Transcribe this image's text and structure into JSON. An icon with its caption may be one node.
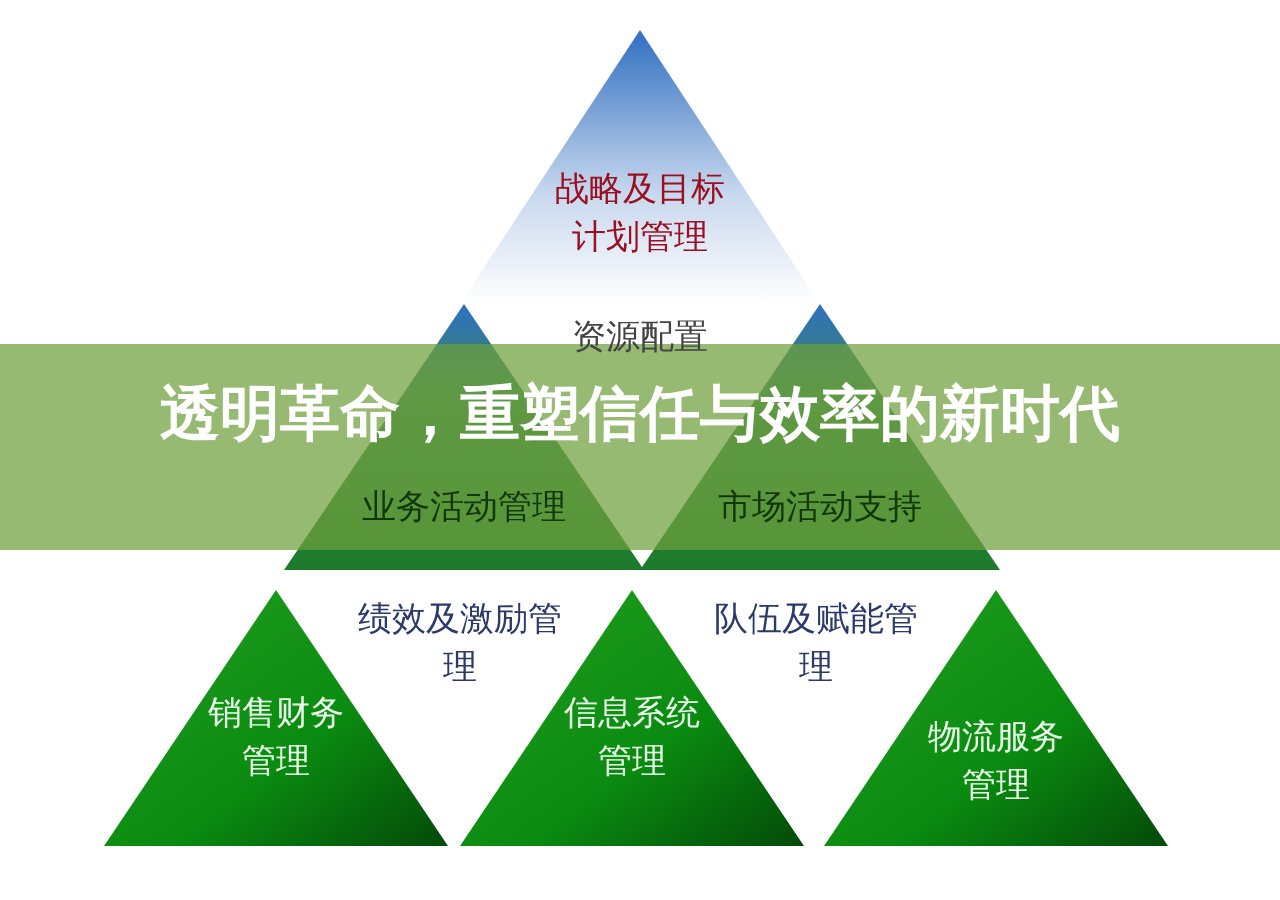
{
  "diagram": {
    "title": "透明革命，重塑信任与效率的新时代",
    "nodes": [
      {
        "text": [
          "战略及目标计划管理"
        ]
      },
      {
        "text": [
          "业务活动管理"
        ]
      },
      {
        "text": [
          "资源配置"
        ]
      },
      {
        "text": [
          "市场活动支持"
        ]
      },
      {
        "text": [
          "销售财务管理"
        ]
      },
      {
        "text": [
          "绩效及激励管理"
        ]
      },
      {
        "text": [
          "信息系统管理"
        ]
      },
      {
        "text": [
          "队伍及赋能管理"
        ]
      },
      {
        "text": [
          "物流服务管理"
        ]
      }
    ]
  }
}
